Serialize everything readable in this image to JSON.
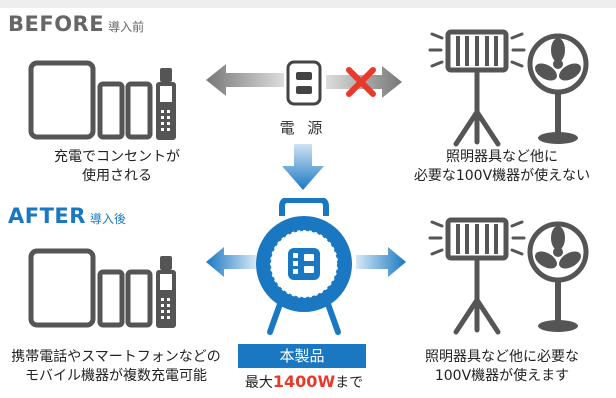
{
  "before": {
    "label": "BEFORE",
    "sublabel": "導入前",
    "devices_caption_1": "充電でコンセントが",
    "devices_caption_2": "使用される",
    "power_label": "電 源",
    "appliances_caption_1": "照明器具など他に",
    "appliances_caption_2": "必要な100V機器が使えない"
  },
  "after": {
    "label": "AFTER",
    "sublabel": "導入後",
    "devices_caption_1": "携帯電話やスマートフォンなどの",
    "devices_caption_2": "モバイル機器が複数充電可能",
    "product_badge": "本製品",
    "max_prefix": "最大",
    "max_value": "1400W",
    "max_suffix": "まで",
    "appliances_caption_1": "照明器具など他に必要な",
    "appliances_caption_2": "100V機器が使えます"
  },
  "colors": {
    "accent_blue": "#1a78c2",
    "cross_red": "#e8392b",
    "icon_dark": "#555555",
    "arrow_gray": "#9a9a9a"
  }
}
